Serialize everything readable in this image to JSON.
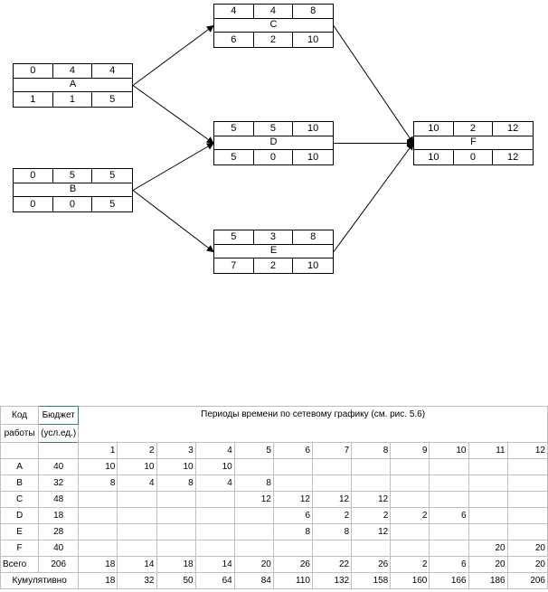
{
  "diagram": {
    "nodes": [
      {
        "id": "A",
        "top": [
          "0",
          "4",
          "4"
        ],
        "label": "A",
        "bottom": [
          "1",
          "1",
          "5"
        ]
      },
      {
        "id": "B",
        "top": [
          "0",
          "5",
          "5"
        ],
        "label": "B",
        "bottom": [
          "0",
          "0",
          "5"
        ]
      },
      {
        "id": "C",
        "top": [
          "4",
          "4",
          "8"
        ],
        "label": "C",
        "bottom": [
          "6",
          "2",
          "10"
        ]
      },
      {
        "id": "D",
        "top": [
          "5",
          "5",
          "10"
        ],
        "label": "D",
        "bottom": [
          "5",
          "0",
          "10"
        ]
      },
      {
        "id": "E",
        "top": [
          "5",
          "3",
          "8"
        ],
        "label": "E",
        "bottom": [
          "7",
          "2",
          "10"
        ]
      },
      {
        "id": "F",
        "top": [
          "10",
          "2",
          "12"
        ],
        "label": "F",
        "bottom": [
          "10",
          "0",
          "12"
        ]
      }
    ],
    "edges": [
      [
        "A",
        "C"
      ],
      [
        "A",
        "D"
      ],
      [
        "B",
        "D"
      ],
      [
        "B",
        "E"
      ],
      [
        "C",
        "F"
      ],
      [
        "D",
        "F"
      ],
      [
        "E",
        "F"
      ]
    ]
  },
  "table": {
    "code_header": "Код работы",
    "code_header_l1": "Код",
    "code_header_l2": "работы",
    "budget_header_l1": "Бюджет",
    "budget_header_l2": "(усл.ед.)",
    "periods_header": "Периоды времени по сетевому графику (см.  рис. 5.6)",
    "periods": [
      "1",
      "2",
      "3",
      "4",
      "5",
      "6",
      "7",
      "8",
      "9",
      "10",
      "11",
      "12"
    ],
    "rows": [
      {
        "code": "A",
        "budget": "40",
        "cells": [
          "10",
          "10",
          "10",
          "10",
          "",
          "",
          "",
          "",
          "",
          "",
          "",
          ""
        ]
      },
      {
        "code": "B",
        "budget": "32",
        "cells": [
          "8",
          "4",
          "8",
          "4",
          "8",
          "",
          "",
          "",
          "",
          "",
          "",
          ""
        ]
      },
      {
        "code": "C",
        "budget": "48",
        "cells": [
          "",
          "",
          "",
          "",
          "12",
          "12",
          "12",
          "12",
          "",
          "",
          "",
          ""
        ]
      },
      {
        "code": "D",
        "budget": "18",
        "cells": [
          "",
          "",
          "",
          "",
          "",
          "6",
          "2",
          "2",
          "2",
          "6",
          "",
          ""
        ]
      },
      {
        "code": "E",
        "budget": "28",
        "cells": [
          "",
          "",
          "",
          "",
          "",
          "8",
          "8",
          "12",
          "",
          "",
          "",
          ""
        ]
      },
      {
        "code": "F",
        "budget": "40",
        "cells": [
          "",
          "",
          "",
          "",
          "",
          "",
          "",
          "",
          "",
          "",
          "20",
          "20"
        ]
      }
    ],
    "total": {
      "label": "Всего",
      "budget": "206",
      "cells": [
        "18",
        "14",
        "18",
        "14",
        "20",
        "26",
        "22",
        "26",
        "2",
        "6",
        "20",
        "20"
      ]
    },
    "cumulative": {
      "label": "Кумулятивно",
      "cells": [
        "18",
        "32",
        "50",
        "64",
        "84",
        "110",
        "132",
        "158",
        "160",
        "166",
        "186",
        "206"
      ]
    }
  }
}
